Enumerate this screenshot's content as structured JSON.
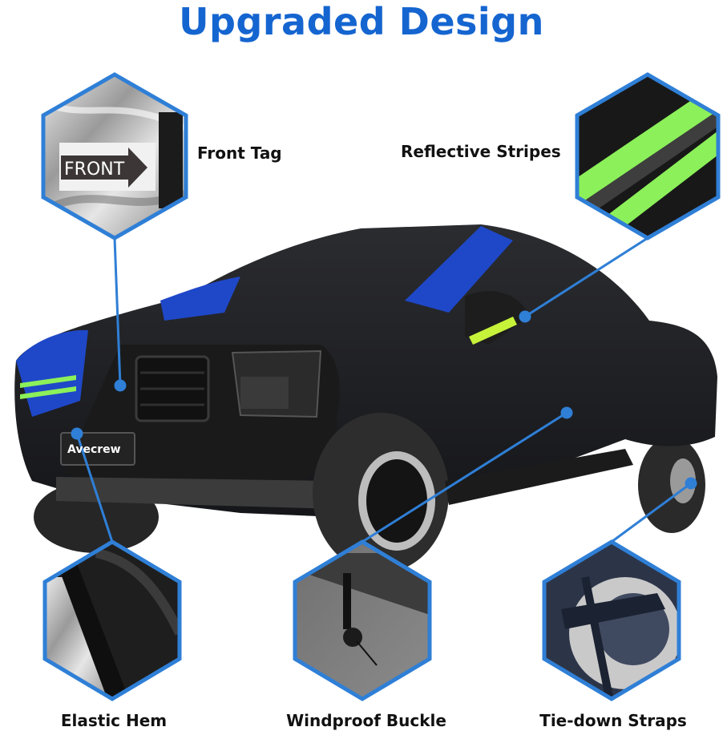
{
  "title": "Upgraded Design",
  "brand_badge": "Avecrew",
  "front_tag_text": "FRONT",
  "features": [
    {
      "id": "front-tag",
      "label": "Front Tag"
    },
    {
      "id": "reflective-stripes",
      "label": "Reflective Stripes"
    },
    {
      "id": "elastic-hem",
      "label": "Elastic Hem"
    },
    {
      "id": "windproof-buckle",
      "label": "Windproof Buckle"
    },
    {
      "id": "tie-down-straps",
      "label": "Tie-down Straps"
    }
  ],
  "colors": {
    "accent_blue": "#1565d0",
    "hex_border": "#2f7fd6",
    "cover_black": "#1e1f22",
    "cover_blue": "#1f48c8",
    "reflective_green": "#8cf05a"
  }
}
